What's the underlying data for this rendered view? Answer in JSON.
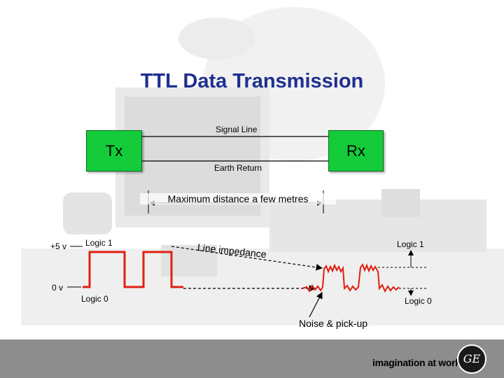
{
  "slide": {
    "title": "TTL Data Transmission",
    "tx_label": "Tx",
    "rx_label": "Rx",
    "signal_line_label": "Signal Line",
    "earth_return_label": "Earth Return",
    "distance_label": "Maximum distance a few metres",
    "voltage_high_label": "+5 v",
    "voltage_low_label": "0 v",
    "logic1_left_label": "Logic 1",
    "logic0_left_label": "Logic 0",
    "line_impedance_label": "Line impedance",
    "logic1_right_label": "Logic 1",
    "logic0_right_label": "Logic 0",
    "noise_label": "Noise & pick-up"
  },
  "footer": {
    "tagline": "imagination at work",
    "logo_text": "GE"
  },
  "colors": {
    "title": "#1f2f8f",
    "box_fill": "#14cc3a",
    "waveform": "#e02010",
    "footer_bar": "#8d8d8d"
  }
}
